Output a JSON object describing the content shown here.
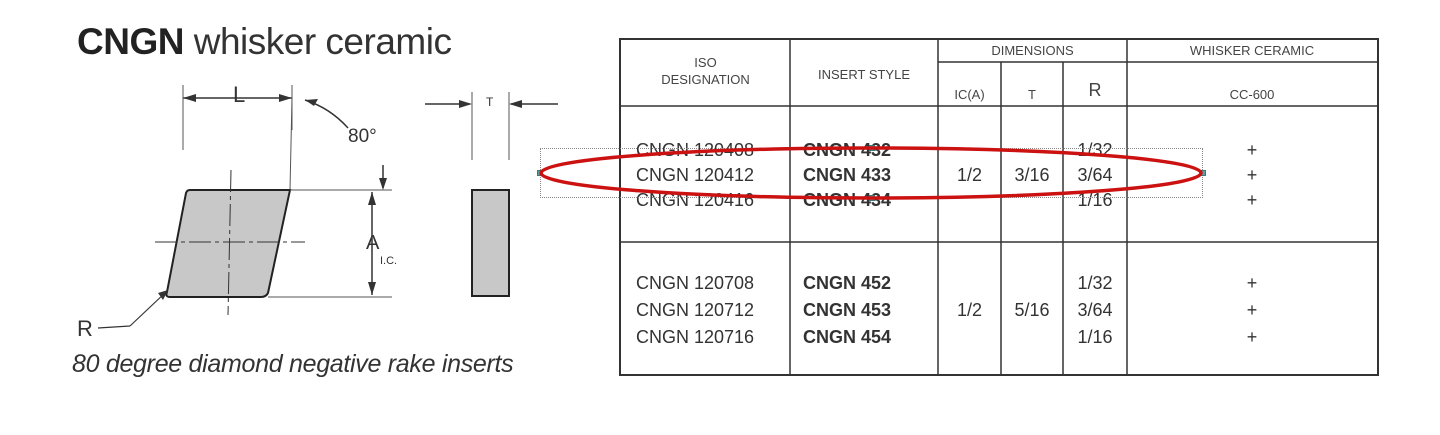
{
  "title": {
    "bold": "CNGN",
    "light": "whisker ceramic"
  },
  "caption": "80 degree diamond negative rake inserts",
  "drawing_labels": {
    "length": "L",
    "angle": "80°",
    "thickness": "T",
    "ic_main": "A",
    "ic_sub": "I.C.",
    "radius": "R"
  },
  "table": {
    "headers": {
      "iso": [
        "ISO",
        "DESIGNATION"
      ],
      "style": "INSERT STYLE",
      "dimensions": "DIMENSIONS",
      "whisker": "WHISKER CERAMIC",
      "ic": "IC(A)",
      "t": "T",
      "r": "R",
      "grade": "CC-600"
    },
    "groups": [
      {
        "ic": "1/2",
        "t": "3/16",
        "rows": [
          {
            "iso": "CNGN 120408",
            "style": "CNGN 432",
            "r": "1/32",
            "mark": "+"
          },
          {
            "iso": "CNGN 120412",
            "style": "CNGN 433",
            "r": "3/64",
            "mark": "+"
          },
          {
            "iso": "CNGN 120416",
            "style": "CNGN 434",
            "r": "1/16",
            "mark": "+"
          }
        ]
      },
      {
        "ic": "1/2",
        "t": "5/16",
        "rows": [
          {
            "iso": "CNGN 120708",
            "style": "CNGN 452",
            "r": "1/32",
            "mark": "+"
          },
          {
            "iso": "CNGN 120712",
            "style": "CNGN 453",
            "r": "3/64",
            "mark": "+"
          },
          {
            "iso": "CNGN 120716",
            "style": "CNGN 454",
            "r": "1/16",
            "mark": "+"
          }
        ]
      }
    ]
  },
  "highlight": {
    "color": "#cc1111"
  }
}
